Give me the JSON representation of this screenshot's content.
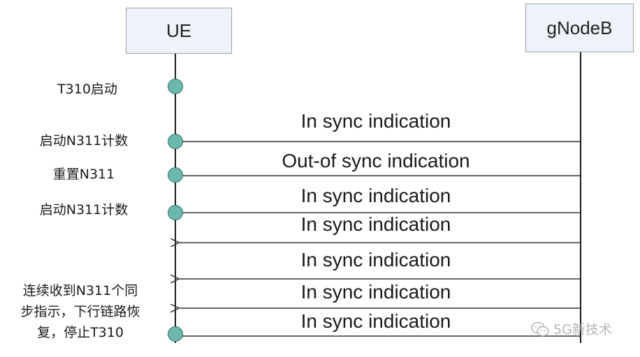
{
  "actors": {
    "ue": "UE",
    "gnb": "gNodeB"
  },
  "events": [
    {
      "lines": [
        "T310启动"
      ]
    },
    {
      "lines": [
        "启动N311计数"
      ]
    },
    {
      "lines": [
        "重置N311"
      ]
    },
    {
      "lines": [
        "启动N311计数"
      ]
    },
    {
      "lines": [
        "连续收到N311个同",
        "步指示，下行链路恢",
        "复，停止T310"
      ]
    }
  ],
  "messages": [
    {
      "label": "In sync indication",
      "direction": "gNodeB-to-UE"
    },
    {
      "label": "Out-of sync indication",
      "direction": "gNodeB-to-UE"
    },
    {
      "label": "In sync indication",
      "direction": "gNodeB-to-UE"
    },
    {
      "label": "In sync indication",
      "direction": "gNodeB-to-UE"
    },
    {
      "label": "In sync indication",
      "direction": "gNodeB-to-UE"
    },
    {
      "label": "In sync indication",
      "direction": "gNodeB-to-UE"
    },
    {
      "label": "In sync indication",
      "direction": "gNodeB-to-UE"
    }
  ],
  "watermark": {
    "text": "5G新技术",
    "icon": "wechat-icon"
  },
  "colors": {
    "node_fill": "#eef2f9",
    "event_circle": "#6cb8ad",
    "arrow": "#333333"
  }
}
